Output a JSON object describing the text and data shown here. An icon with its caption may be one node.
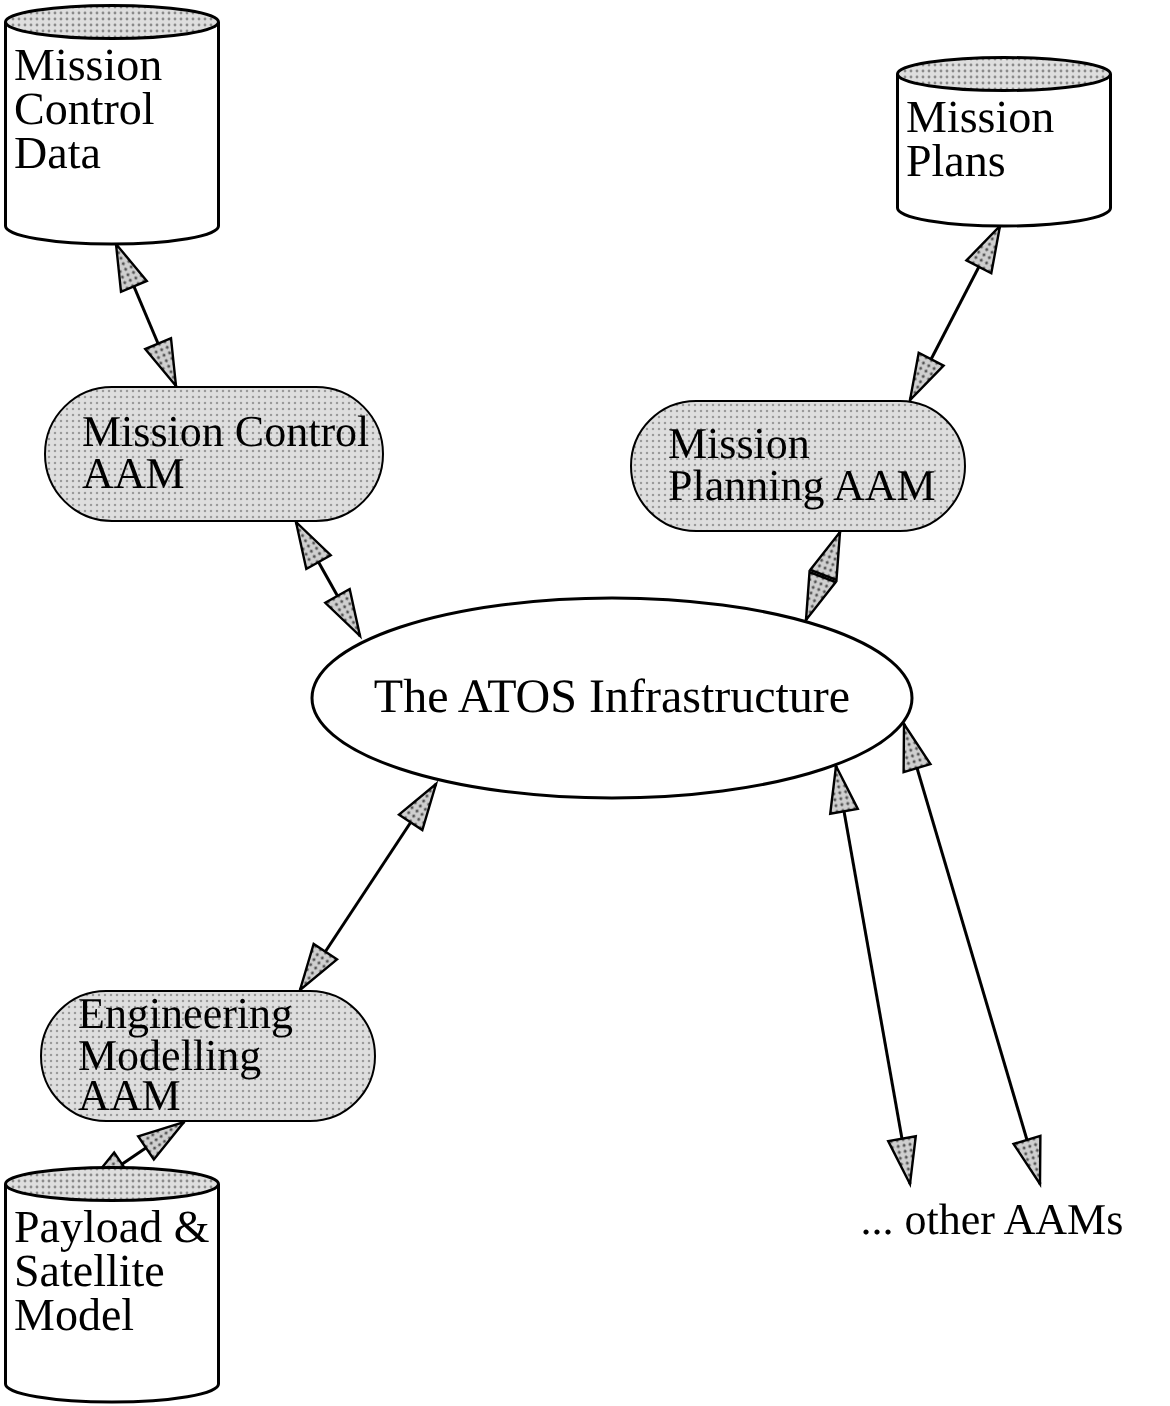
{
  "diagram": {
    "nodes": [
      {
        "text": [
          "Mission Control Data"
        ]
      },
      {
        "text": [
          "Mission Plans"
        ]
      },
      {
        "text": [
          "Mission Control AAM"
        ]
      },
      {
        "text": [
          "Mission Planning AAM"
        ]
      },
      {
        "text": [
          "The ATOS Infrastructure"
        ]
      },
      {
        "text": [
          "Engineering Modelling AAM"
        ]
      },
      {
        "text": [
          "Payload & Satellite Model"
        ]
      },
      {
        "text": [
          "... other AAMs"
        ]
      }
    ],
    "edges": [
      {
        "from": 0,
        "to": 2,
        "arrow": "both"
      },
      {
        "from": 1,
        "to": 3,
        "arrow": "both"
      },
      {
        "from": 2,
        "to": 4,
        "arrow": "both"
      },
      {
        "from": 3,
        "to": 4,
        "arrow": "both"
      },
      {
        "from": 4,
        "to": 5,
        "arrow": "both"
      },
      {
        "from": 5,
        "to": 6,
        "arrow": "both"
      },
      {
        "from": 4,
        "to": 7,
        "arrow": "both"
      },
      {
        "from": 4,
        "to": 7,
        "arrow": "both"
      }
    ]
  }
}
